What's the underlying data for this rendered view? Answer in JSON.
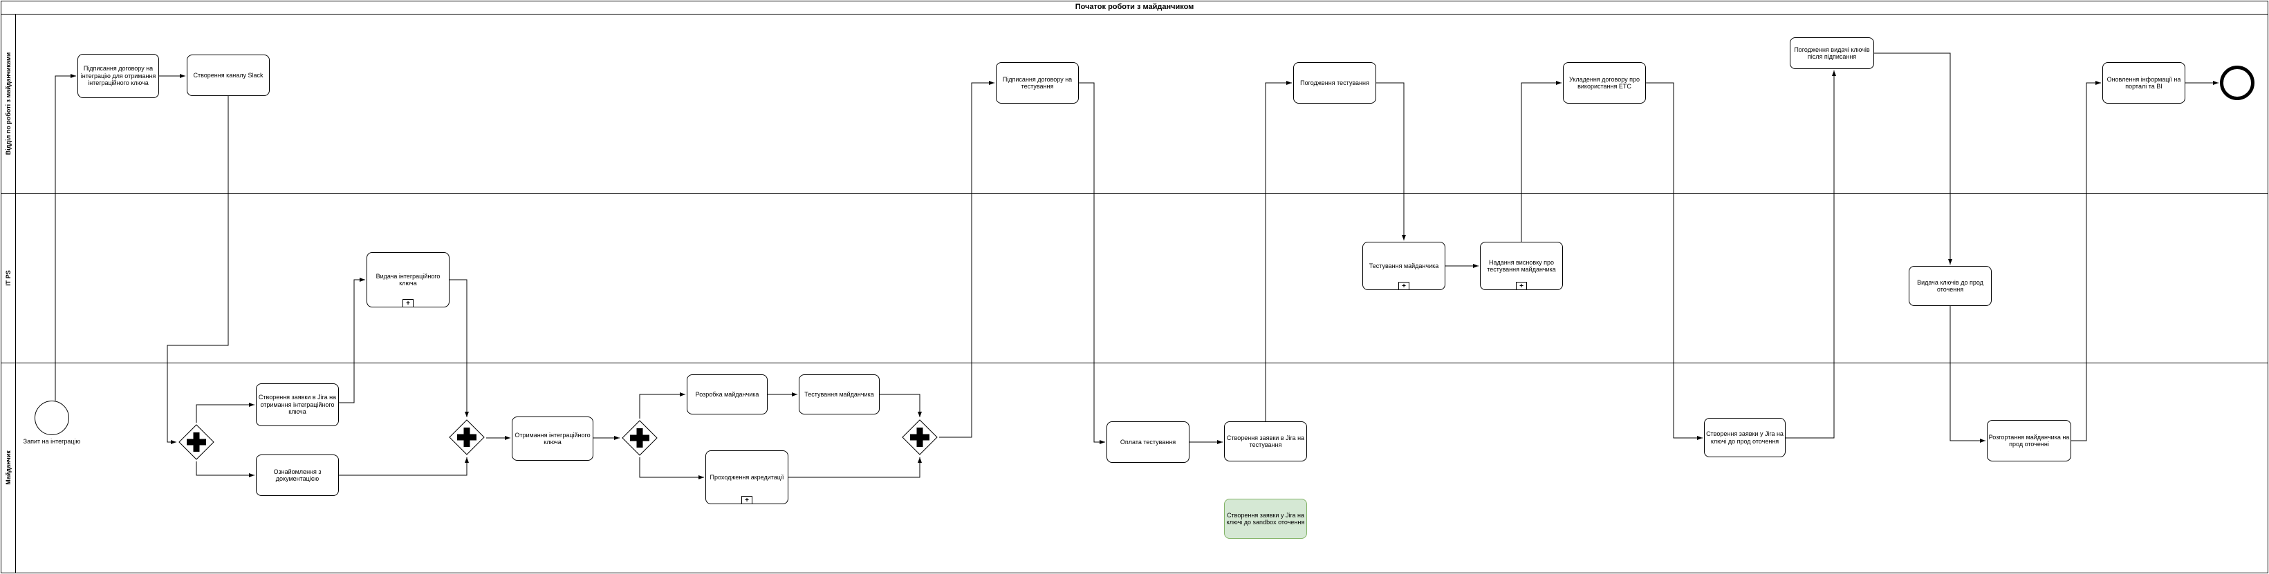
{
  "pool": {
    "title": "Початок роботи з майданчиком"
  },
  "lanes": [
    {
      "id": "lane-viddil",
      "label": "Відділ по роботі з майданчиками"
    },
    {
      "id": "lane-itps",
      "label": "IT PS"
    },
    {
      "id": "lane-maidanchyk",
      "label": "Майданчик"
    }
  ],
  "colors": {
    "task_fill": "#ffffff",
    "task_border": "#000000",
    "highlight_fill": "#d5e8d4",
    "highlight_border": "#82b366",
    "line": "#000000"
  },
  "events": [
    {
      "id": "start",
      "kind": "start",
      "label": "Запит на інтеграцію",
      "lane": "Майданчик"
    },
    {
      "id": "end",
      "kind": "end",
      "label": "",
      "lane": "Відділ по роботі з майданчиками"
    }
  ],
  "gateways": [
    {
      "id": "gw1",
      "kind": "parallel",
      "lane": "Майданчик"
    },
    {
      "id": "gw2",
      "kind": "parallel",
      "lane": "Майданчик"
    },
    {
      "id": "gw3",
      "kind": "parallel",
      "lane": "Майданчик"
    },
    {
      "id": "gw4",
      "kind": "parallel",
      "lane": "Майданчик"
    }
  ],
  "tasks": [
    {
      "id": "t1",
      "lane": "Відділ по роботі з майданчиками",
      "label": "Підписання договору на інтеграцію для отримання інтеграційного ключа",
      "subprocess": false,
      "highlighted": false
    },
    {
      "id": "t2",
      "lane": "Відділ по роботі з майданчиками",
      "label": "Створення каналу Slack",
      "subprocess": false,
      "highlighted": false
    },
    {
      "id": "t3",
      "lane": "Відділ по роботі з майданчиками",
      "label": "Підписання договору на тестування",
      "subprocess": false,
      "highlighted": false
    },
    {
      "id": "t4",
      "lane": "Відділ по роботі з майданчиками",
      "label": "Погодження тестування",
      "subprocess": false,
      "highlighted": false
    },
    {
      "id": "t5",
      "lane": "Відділ по роботі з майданчиками",
      "label": "Укладення договору про використання ЕТС",
      "subprocess": false,
      "highlighted": false
    },
    {
      "id": "t6",
      "lane": "Відділ по роботі з майданчиками",
      "label": "Погодження видачі ключів після підписання",
      "subprocess": false,
      "highlighted": false
    },
    {
      "id": "t7",
      "lane": "Відділ по роботі з майданчиками",
      "label": "Оновлення інформації на порталі та BI",
      "subprocess": false,
      "highlighted": false
    },
    {
      "id": "t8",
      "lane": "IT PS",
      "label": "Видача інтеграційного ключа",
      "subprocess": true,
      "highlighted": false
    },
    {
      "id": "t9",
      "lane": "IT PS",
      "label": "Тестування майданчика",
      "subprocess": true,
      "highlighted": false
    },
    {
      "id": "t10",
      "lane": "IT PS",
      "label": "Надання висновку про тестування майданчика",
      "subprocess": true,
      "highlighted": false
    },
    {
      "id": "t11",
      "lane": "IT PS",
      "label": "Видача ключів до прод оточення",
      "subprocess": false,
      "highlighted": false
    },
    {
      "id": "t12",
      "lane": "Майданчик",
      "label": "Створення заявки в Jira на отримання інтеграційного ключа",
      "subprocess": false,
      "highlighted": false
    },
    {
      "id": "t13",
      "lane": "Майданчик",
      "label": "Ознайомлення з документацією",
      "subprocess": false,
      "highlighted": false
    },
    {
      "id": "t14",
      "lane": "Майданчик",
      "label": "Отримання інтеграційного ключа",
      "subprocess": false,
      "highlighted": false
    },
    {
      "id": "t15",
      "lane": "Майданчик",
      "label": "Розробка майданчика",
      "subprocess": false,
      "highlighted": false
    },
    {
      "id": "t16",
      "lane": "Майданчик",
      "label": "Тестування майданчика",
      "subprocess": false,
      "highlighted": false
    },
    {
      "id": "t17",
      "lane": "Майданчик",
      "label": "Проходження акредитації",
      "subprocess": true,
      "highlighted": false
    },
    {
      "id": "t18",
      "lane": "Майданчик",
      "label": "Оплата тестування",
      "subprocess": false,
      "highlighted": false
    },
    {
      "id": "t19",
      "lane": "Майданчик",
      "label": "Створення заявки в Jira на тестування",
      "subprocess": false,
      "highlighted": false
    },
    {
      "id": "t20",
      "lane": "Майданчик",
      "label": "Створення заявки у Jira на ключі до sandbox оточення",
      "subprocess": false,
      "highlighted": true
    },
    {
      "id": "t21",
      "lane": "Майданчик",
      "label": "Створення заявки у Jira на ключі до прод оточення",
      "subprocess": false,
      "highlighted": false
    },
    {
      "id": "t22",
      "lane": "Майданчик",
      "label": "Розгортання майданчика на прод оточенні",
      "subprocess": false,
      "highlighted": false
    }
  ],
  "subprocess_marker_glyph": "+",
  "flows": [
    {
      "from": "start",
      "to": "t1"
    },
    {
      "from": "t1",
      "to": "t2"
    },
    {
      "from": "t2",
      "to": "gw1"
    },
    {
      "from": "gw1",
      "to": "t12"
    },
    {
      "from": "gw1",
      "to": "t13"
    },
    {
      "from": "t12",
      "to": "t8"
    },
    {
      "from": "t8",
      "to": "gw2"
    },
    {
      "from": "t13",
      "to": "gw2"
    },
    {
      "from": "gw2",
      "to": "t14"
    },
    {
      "from": "t14",
      "to": "gw3"
    },
    {
      "from": "gw3",
      "to": "t15"
    },
    {
      "from": "gw3",
      "to": "t17"
    },
    {
      "from": "t15",
      "to": "t16"
    },
    {
      "from": "t16",
      "to": "gw4"
    },
    {
      "from": "t17",
      "to": "gw4"
    },
    {
      "from": "gw4",
      "to": "t3"
    },
    {
      "from": "t3",
      "to": "t18"
    },
    {
      "from": "t18",
      "to": "t19"
    },
    {
      "from": "t19",
      "to": "t4"
    },
    {
      "from": "t4",
      "to": "t9"
    },
    {
      "from": "t9",
      "to": "t10"
    },
    {
      "from": "t10",
      "to": "t5"
    },
    {
      "from": "t5",
      "to": "t21"
    },
    {
      "from": "t21",
      "to": "t6"
    },
    {
      "from": "t6",
      "to": "t11"
    },
    {
      "from": "t11",
      "to": "t22"
    },
    {
      "from": "t22",
      "to": "t7"
    },
    {
      "from": "t7",
      "to": "end"
    }
  ]
}
